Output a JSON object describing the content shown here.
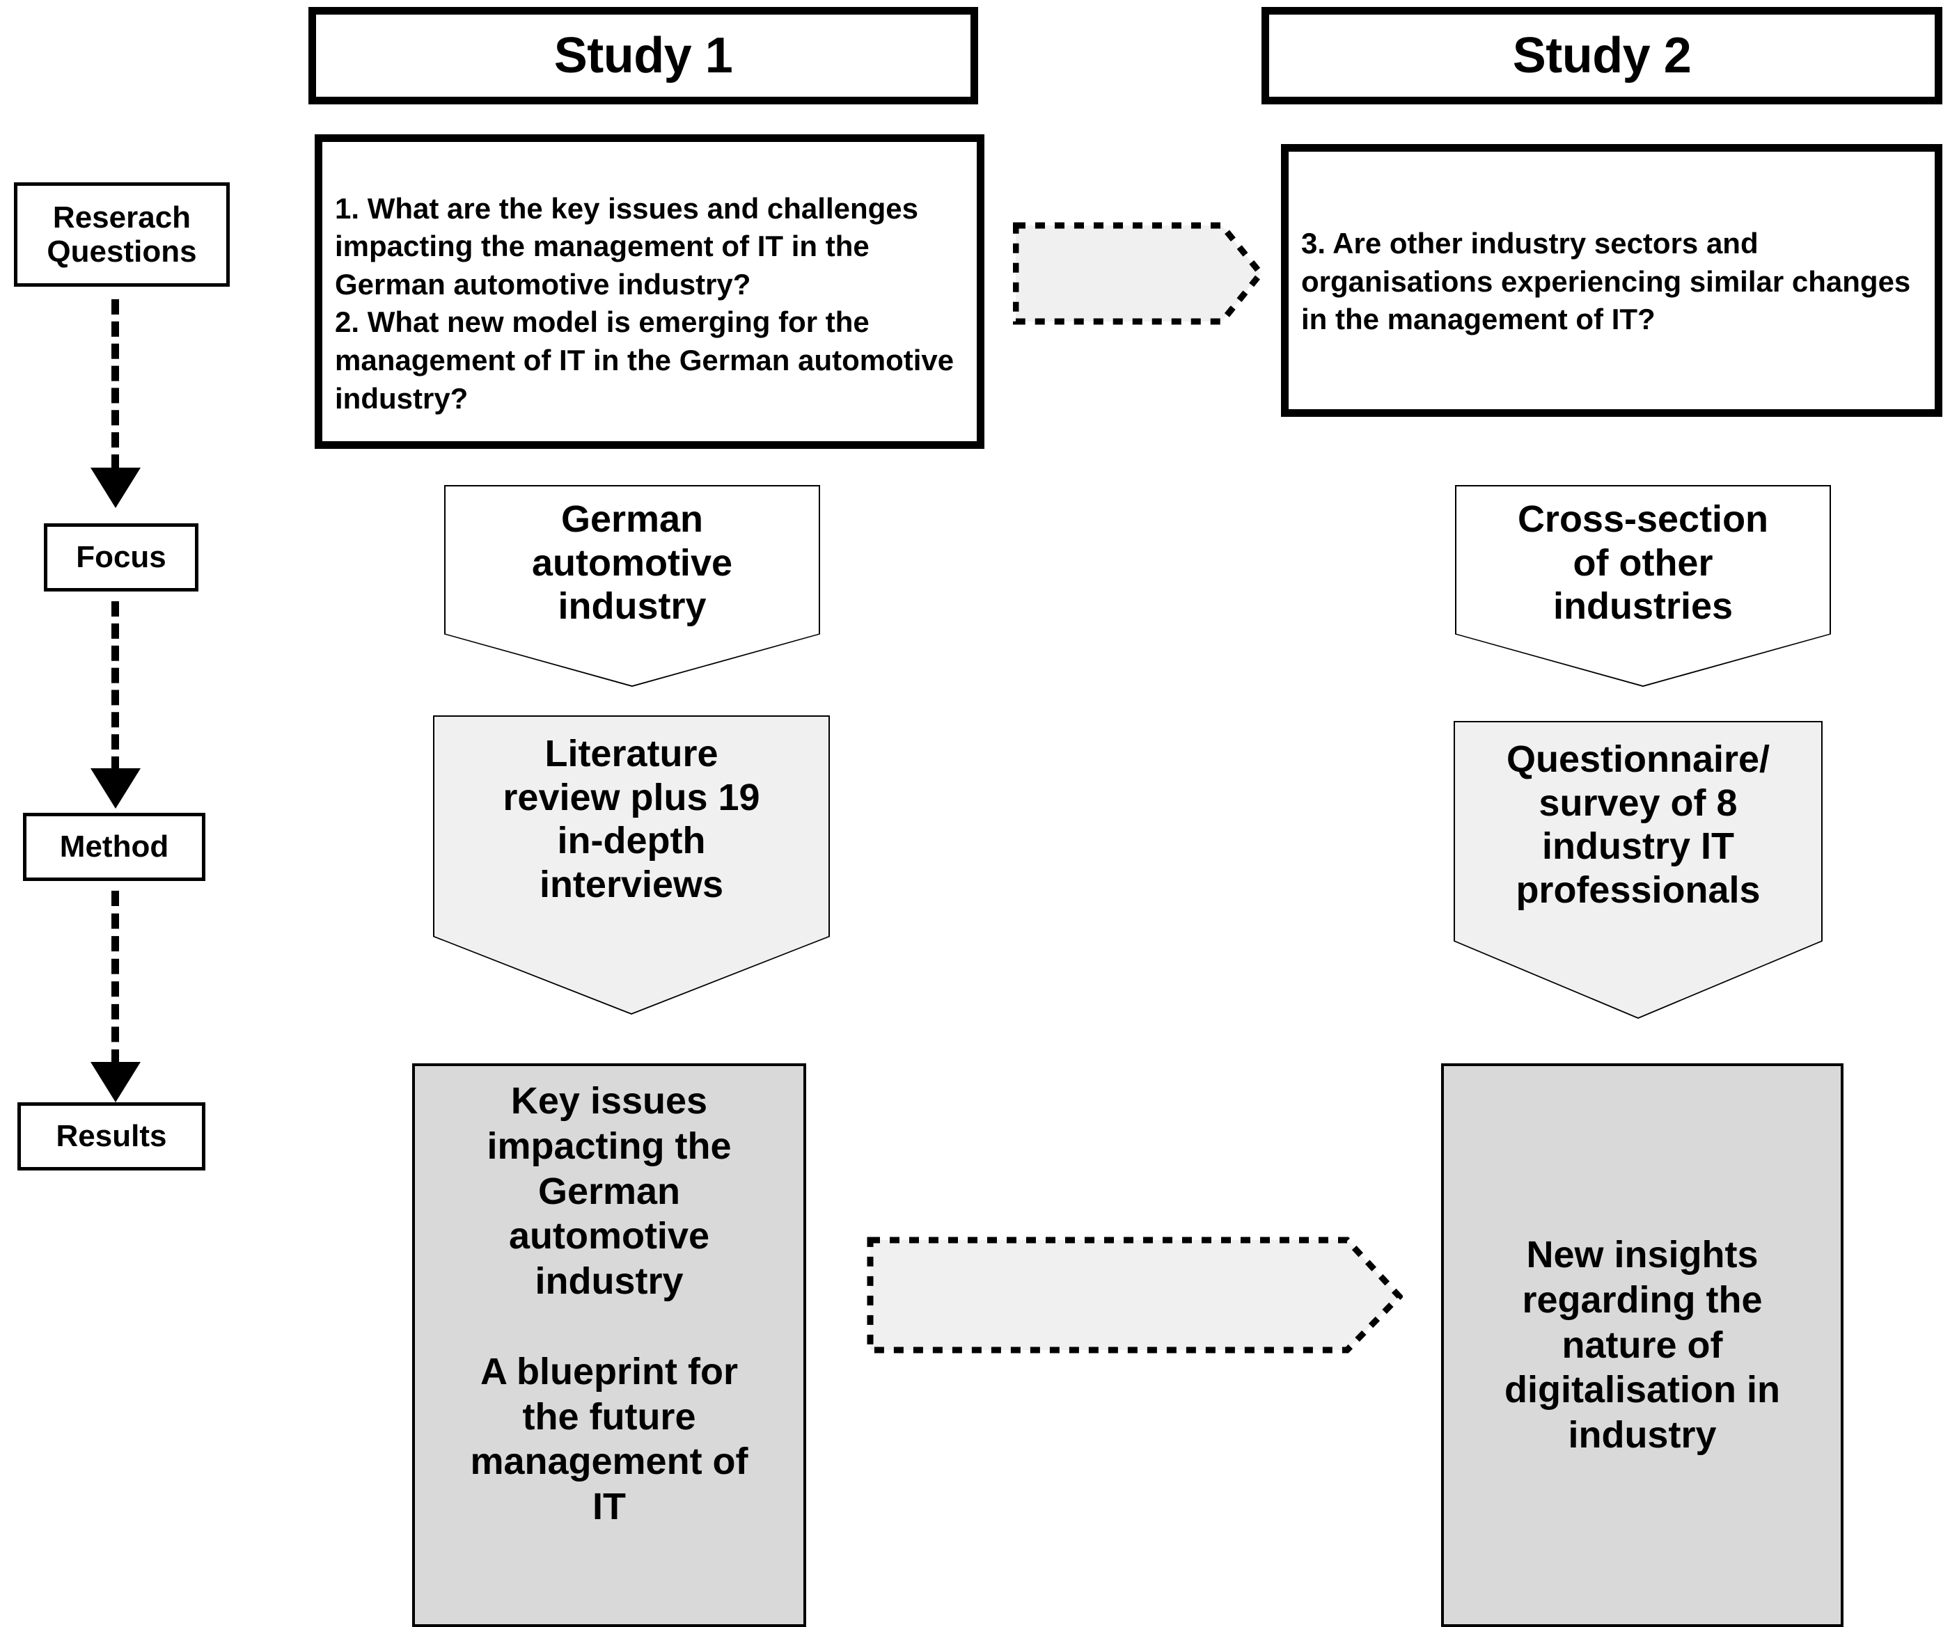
{
  "stages": [
    {
      "id": "research-questions",
      "label": "Reserach\nQuestions"
    },
    {
      "id": "focus",
      "label": "Focus"
    },
    {
      "id": "method",
      "label": "Method"
    },
    {
      "id": "results",
      "label": "Results"
    }
  ],
  "studies": {
    "study1": {
      "header": "Study 1",
      "research_questions": "1. What are the key issues and challenges impacting the management of IT in the German automotive industry?\n2. What new model is emerging for the management of IT in the German automotive industry?",
      "focus": "German\nautomotive\nindustry",
      "method": "Literature\nreview plus 19\nin-depth\ninterviews",
      "results": "Key issues\nimpacting the\nGerman\nautomotive\nindustry\n\nA blueprint for\nthe future\nmanagement of\nIT"
    },
    "study2": {
      "header": "Study 2",
      "research_questions": "3. Are other industry sectors and organisations experiencing similar changes in the management of IT?",
      "focus": "Cross-section\nof other\nindustries",
      "method": "Questionnaire/\nsurvey of 8\nindustry IT\nprofessionals",
      "results": "New insights\nregarding the\nnature of\ndigitalisation in\nindustry"
    }
  },
  "connectors": {
    "top_link": "",
    "bottom_link": ""
  },
  "colors": {
    "outline": "#000000",
    "page_background": "#ffffff",
    "focus_fill": "#ffffff",
    "method_fill": "#f0f0f0",
    "result_fill": "#d9d9d9",
    "connector_fill": "#f0f0f0"
  }
}
